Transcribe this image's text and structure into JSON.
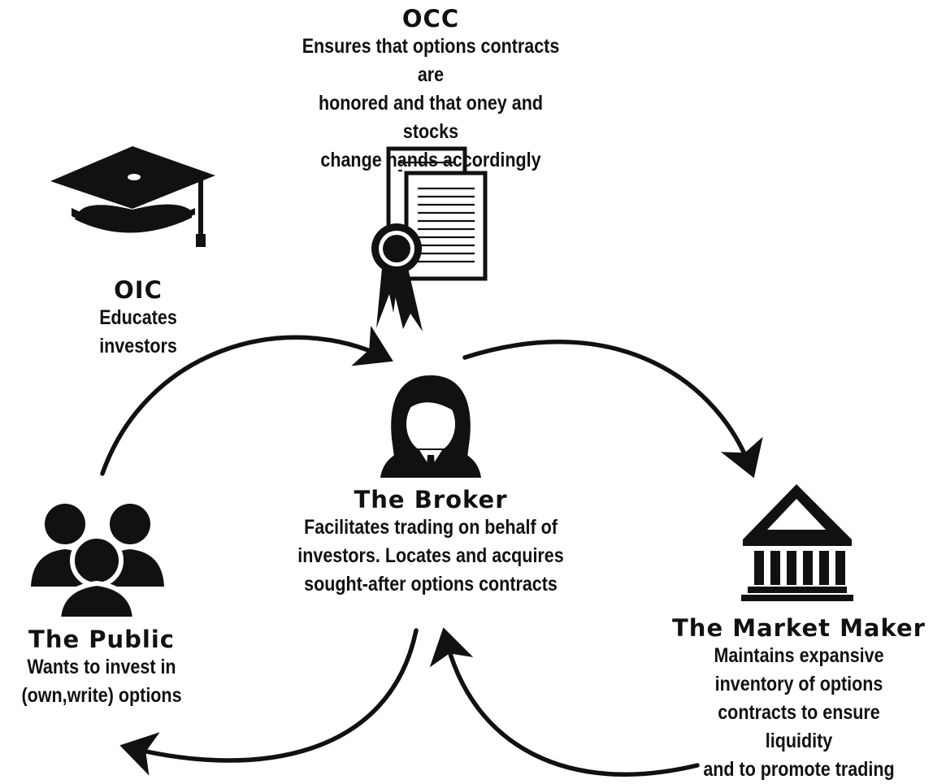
{
  "occ": {
    "title": "OCC",
    "lines": [
      "Ensures that options contracts are",
      "honored and that oney and stocks",
      "change hands accordingly"
    ]
  },
  "oic": {
    "title": "OIC",
    "lines": [
      "Educates",
      "investors"
    ]
  },
  "broker": {
    "title": "The Broker",
    "lines": [
      "Facilitates trading on behalf of",
      "investors. Locates and acquires",
      "sought-after options contracts"
    ]
  },
  "public": {
    "title": "The Public",
    "lines": [
      "Wants to invest in",
      "(own,write) options"
    ]
  },
  "market_maker": {
    "title": "The Market Maker",
    "lines": [
      "Maintains expansive",
      "inventory of options",
      "contracts to ensure liquidity",
      "and to promote trading"
    ]
  },
  "icons": [
    "graduation-cap-icon",
    "certificate-icon",
    "broker-person-icon",
    "group-icon",
    "bank-building-icon"
  ],
  "colors": {
    "ink": "#111111",
    "background": "#ffffff"
  }
}
